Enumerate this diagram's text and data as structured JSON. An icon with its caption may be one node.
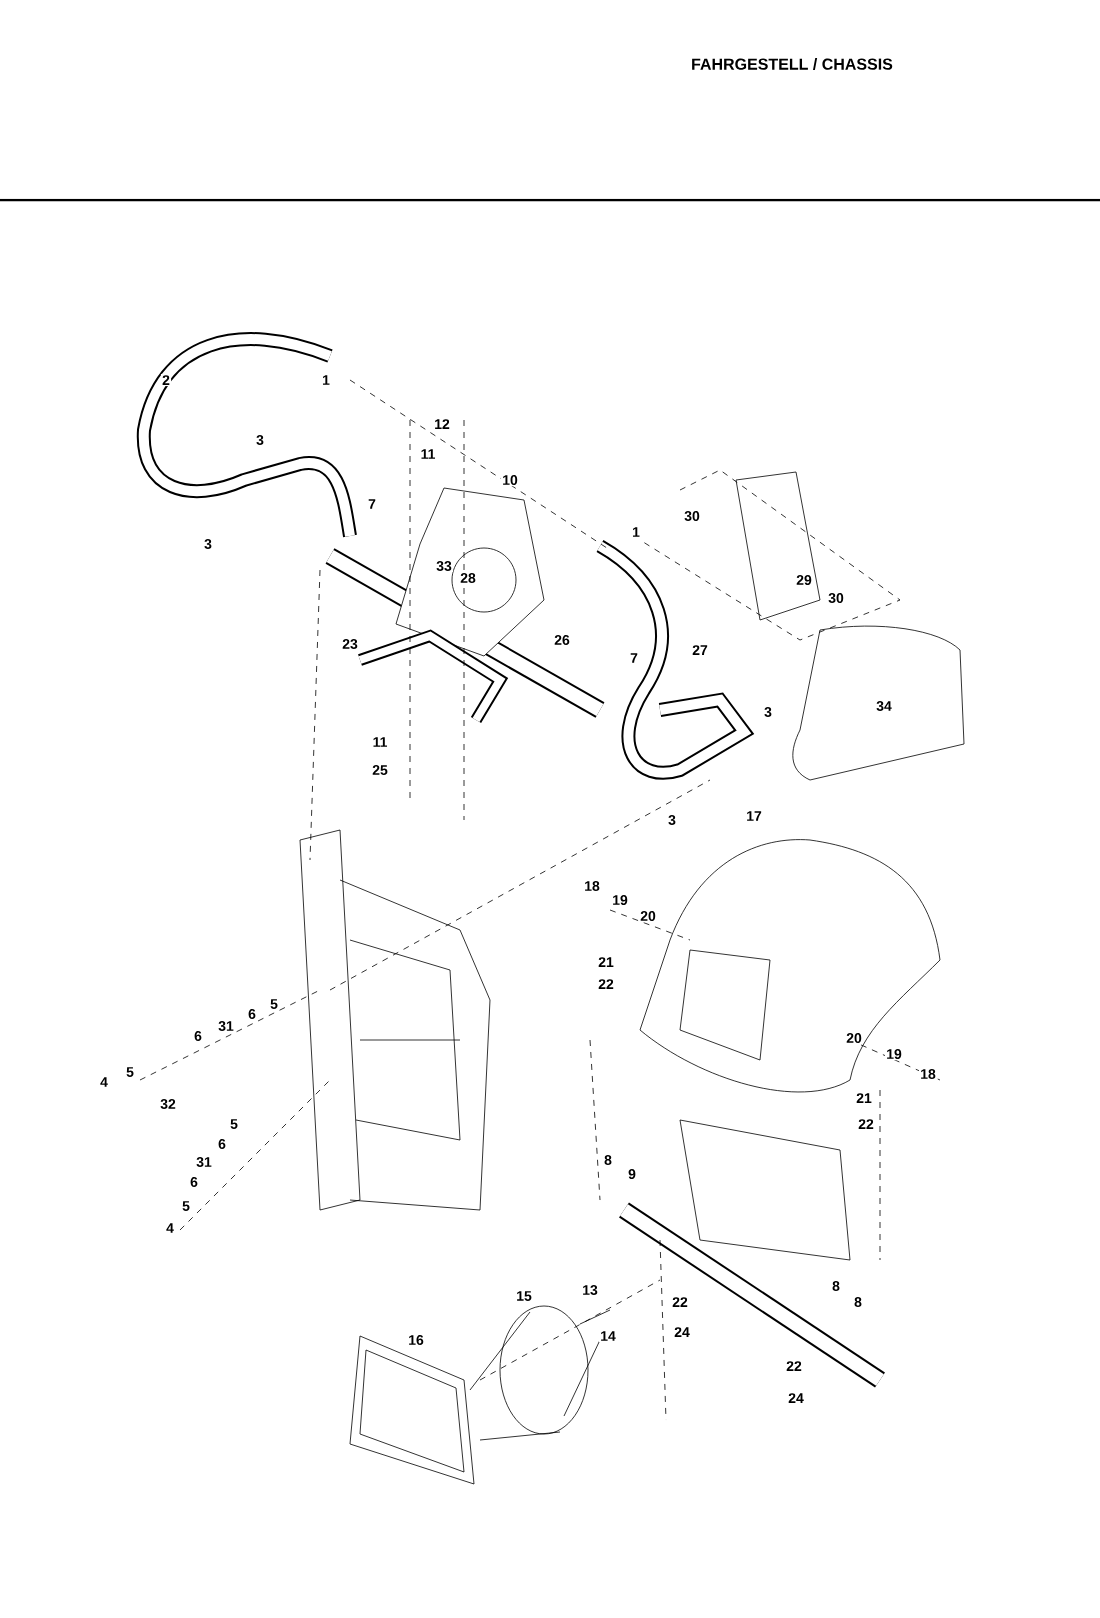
{
  "diagram": {
    "title": "FAHRGESTELL / CHASSIS",
    "labels": [
      "2",
      "1",
      "3",
      "12",
      "11",
      "10",
      "7",
      "3",
      "30",
      "1",
      "33",
      "28",
      "29",
      "30",
      "26",
      "23",
      "27",
      "7",
      "34",
      "3",
      "11",
      "25",
      "3",
      "17",
      "18",
      "19",
      "20",
      "21",
      "22",
      "5",
      "6",
      "31",
      "6",
      "5",
      "4",
      "32",
      "20",
      "19",
      "18",
      "21",
      "22",
      "5",
      "6",
      "31",
      "6",
      "5",
      "4",
      "8",
      "9",
      "8",
      "8",
      "13",
      "15",
      "22",
      "16",
      "14",
      "24",
      "22",
      "24"
    ]
  }
}
